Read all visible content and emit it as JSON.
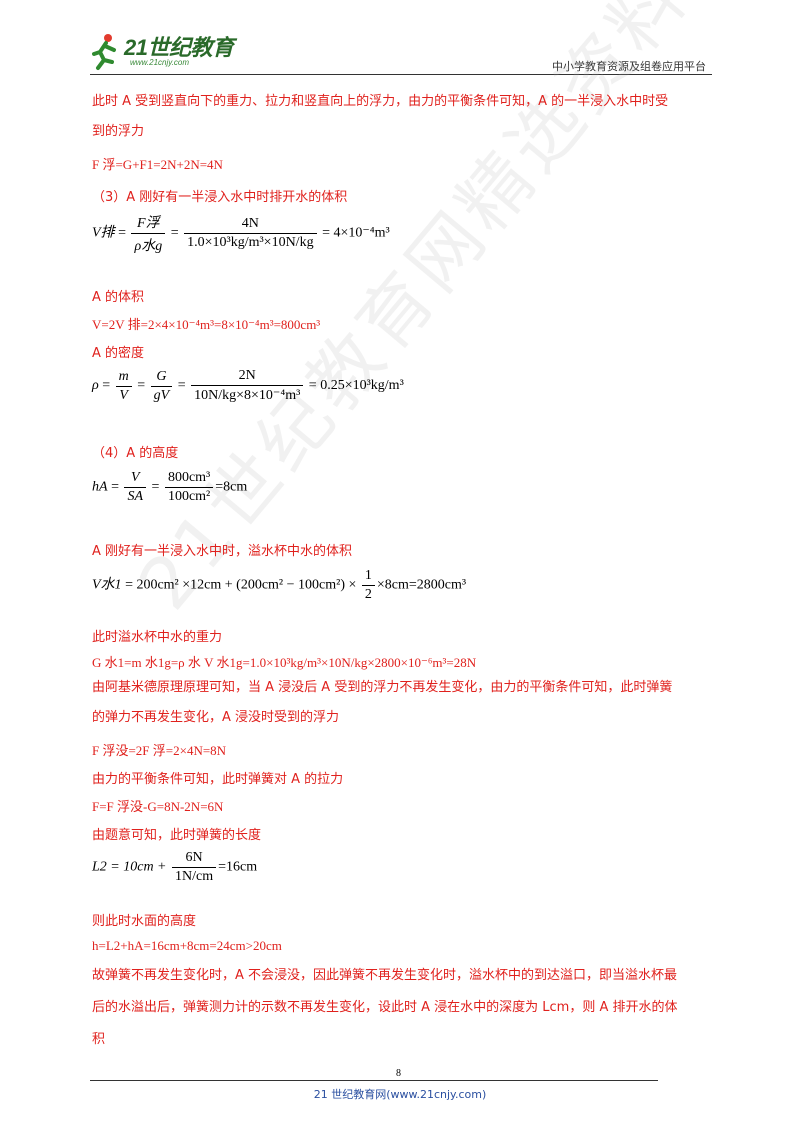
{
  "header": {
    "logo_text": "21世纪教育",
    "logo_url": "www.21cnjy.com",
    "platform": "中小学教育资源及组卷应用平台"
  },
  "watermark": "21世纪教育网精选资料",
  "lines": {
    "l1": "此时 A 受到竖直向下的重力、拉力和竖直向上的浮力，由力的平衡条件可知，A 的一半浸入水中时受",
    "l2": "到的浮力",
    "l3": "F 浮=G+F1=2N+2N=4N",
    "l4": "（3）A 刚好有一半浸入水中时排开水的体积",
    "f1_lhs": "V排",
    "f1_num": "F浮",
    "f1_den": "ρ水g",
    "f1_num2": "4N",
    "f1_den2": "1.0×10³kg/m³×10N/kg",
    "f1_res": "= 4×10⁻⁴m³",
    "l5": "A 的体积",
    "l6": "V=2V 排=2×4×10⁻⁴m³=8×10⁻⁴m³=800cm³",
    "l7": "A 的密度",
    "f2_lhs": "ρ",
    "f2_n1": "m",
    "f2_d1": "V",
    "f2_n2": "G",
    "f2_d2": "gV",
    "f2_n3": "2N",
    "f2_d3": "10N/kg×8×10⁻⁴m³",
    "f2_res": "= 0.25×10³kg/m³",
    "l8": "（4）A 的高度",
    "f3_lhs": "hA",
    "f3_n1": "V",
    "f3_d1": "SA",
    "f3_n2": "800cm³",
    "f3_d2": "100cm²",
    "f3_res": "=8cm",
    "l9": "A 刚好有一半浸入水中时，溢水杯中水的体积",
    "f4_lhs": "V水1",
    "f4_a": "= 200cm² ×12cm + (200cm² − 100cm²) ×",
    "f4_n": "1",
    "f4_d": "2",
    "f4_b": "×8cm=2800cm³",
    "l10": "此时溢水杯中水的重力",
    "l11": "G 水1=m 水1g=ρ 水 V 水1g=1.0×10³kg/m³×10N/kg×2800×10⁻⁶m³=28N",
    "l12": "由阿基米德原理原理可知，当 A 浸没后 A 受到的浮力不再发生变化，由力的平衡条件可知，此时弹簧",
    "l13": "的弹力不再发生变化，A 浸没时受到的浮力",
    "l14": "F 浮没=2F 浮=2×4N=8N",
    "l15": "由力的平衡条件可知，此时弹簧对 A 的拉力",
    "l16": "F=F 浮没-G=8N-2N=6N",
    "l17": "由题意可知，此时弹簧的长度",
    "f5_lhs": "L2 = 10cm +",
    "f5_n": "6N",
    "f5_d": "1N/cm",
    "f5_res": "=16cm",
    "l18": "则此时水面的高度",
    "l19": "h=L2+hA=16cm+8cm=24cm>20cm",
    "l20": "故弹簧不再发生变化时，A 不会浸没，因此弹簧不再发生变化时，溢水杯中的到达溢口，即当溢水杯最",
    "l21": "后的水溢出后，弹簧测力计的示数不再发生变化，设此时 A 浸在水中的深度为 Lcm，则 A 排开水的体",
    "l22": "积"
  },
  "footer": {
    "page": "8",
    "site": "21 世纪教育网(www.21cnjy.com)"
  }
}
